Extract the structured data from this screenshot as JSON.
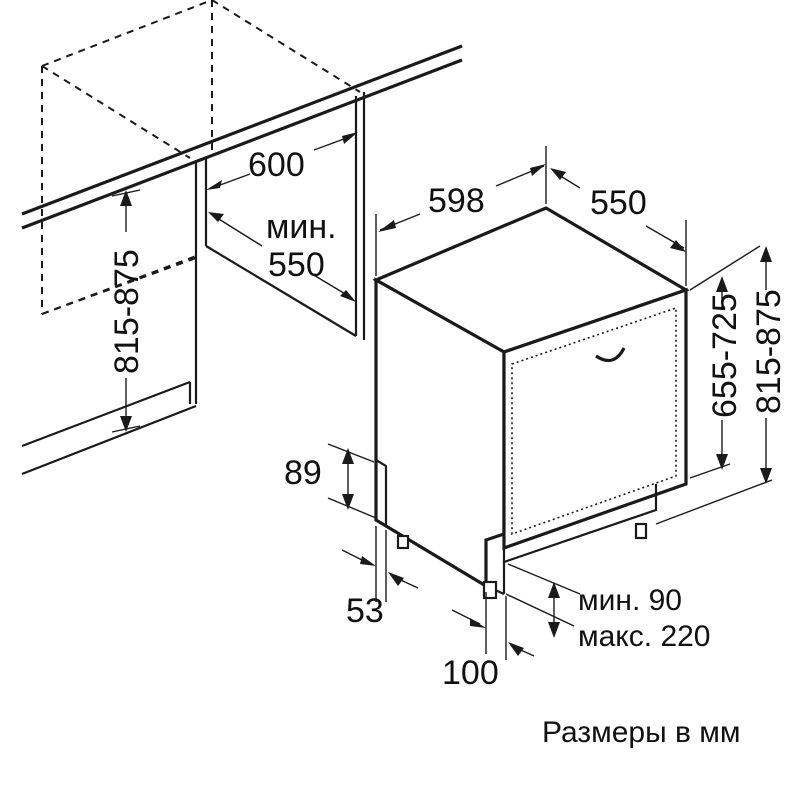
{
  "dimensions": {
    "niche_width": "600",
    "niche_depth_prefix": "мин.",
    "niche_depth": "550",
    "niche_height": "815-875",
    "appliance_width": "598",
    "appliance_depth": "550",
    "door_height": "655-725",
    "appliance_height": "815-875",
    "toe_kick_height": "89",
    "foot_inset": "53",
    "plinth_depth": "100",
    "plinth_height_min": "мин. 90",
    "plinth_height_max": "макс. 220"
  },
  "caption": "Размеры в мм"
}
